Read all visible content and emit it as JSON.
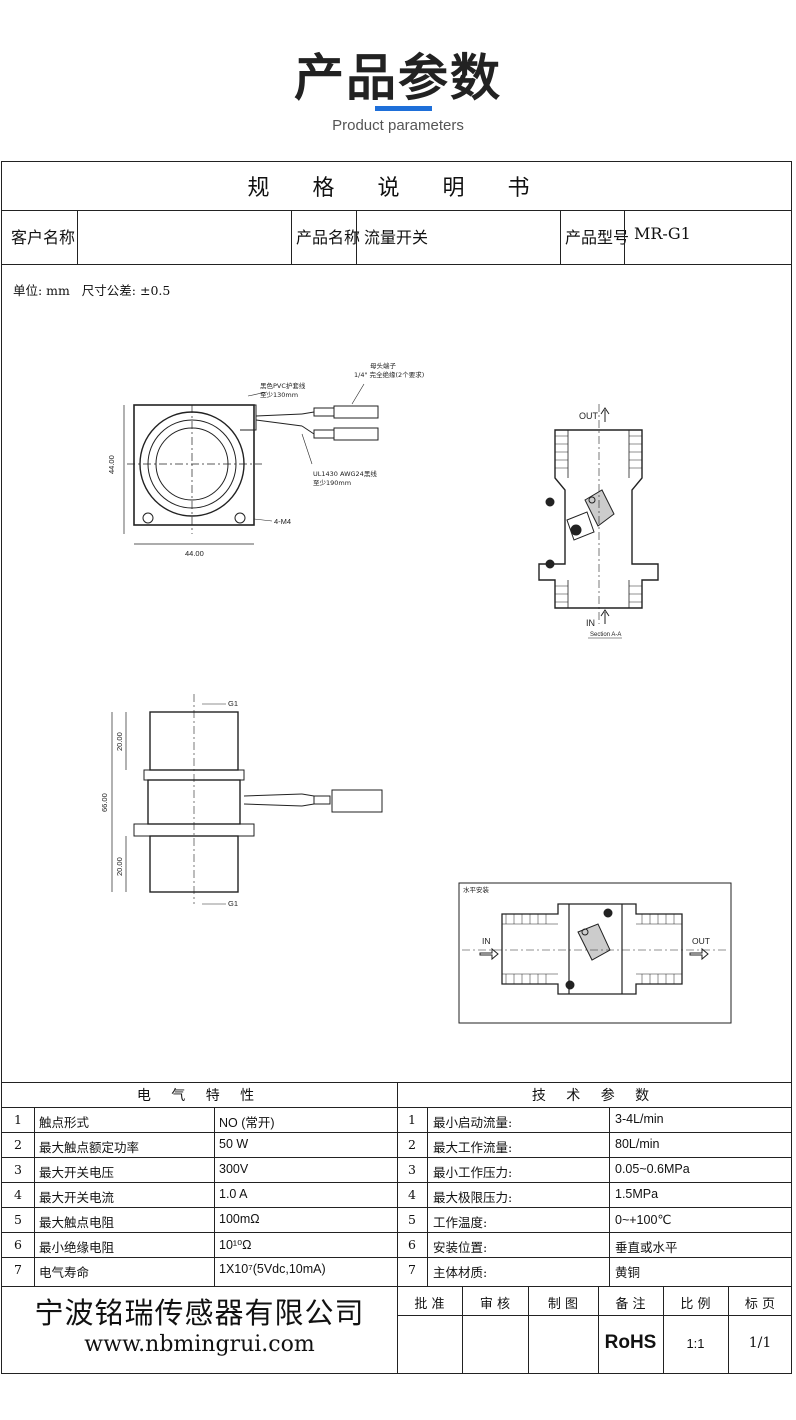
{
  "header": {
    "title": "产品参数",
    "subtitle": "Product parameters",
    "accent_color": "#1e6fd9"
  },
  "sheet": {
    "title": "规 格 说 明 书",
    "customer_label": "客户名称",
    "customer_value": "",
    "product_name_label": "产品名称",
    "product_name_value": "流量开关",
    "model_label": "产品型号",
    "model_value": "MR-G1",
    "unit_note": "单位: mm   尺寸公差: ±0.5"
  },
  "drawing": {
    "front_view": {
      "dim_height": "44.00",
      "dim_width": "44.00",
      "holes": "4-M4",
      "wire_note_1": "黑色PVC护套线",
      "wire_note_1b": "至少130mm",
      "terminal_note": "母头端子",
      "terminal_note_b": "1/4\" 完全绝缘(2个要求)",
      "wire_note_2": "UL1430 AWG24黑线",
      "wire_note_2b": "至少190mm"
    },
    "section_view": {
      "out_label": "OUT",
      "in_label": "IN",
      "section_label": "Section A-A"
    },
    "side_view": {
      "thread_top": "G1",
      "thread_bottom": "G1",
      "dim_total": "66.00",
      "dim_top": "20.00",
      "dim_bottom": "20.00"
    },
    "horizontal_view": {
      "title": "水平安装",
      "in_label": "IN",
      "out_label": "OUT"
    }
  },
  "electrical": {
    "title": "电 气 特 性",
    "rows": [
      {
        "no": "1",
        "name": "触点形式",
        "value": "NO (常开)"
      },
      {
        "no": "2",
        "name": "最大触点额定功率",
        "value": "50 W"
      },
      {
        "no": "3",
        "name": "最大开关电压",
        "value": "300V"
      },
      {
        "no": "4",
        "name": "最大开关电流",
        "value": "1.0 A"
      },
      {
        "no": "5",
        "name": "最大触点电阻",
        "value": "100mΩ"
      },
      {
        "no": "6",
        "name": "最小绝缘电阻",
        "value": "10¹⁰Ω"
      },
      {
        "no": "7",
        "name": "电气寿命",
        "value": "1X10⁷(5Vdc,10mA)"
      }
    ]
  },
  "technical": {
    "title": "技 术 参 数",
    "rows": [
      {
        "no": "1",
        "name": "最小启动流量:",
        "value": "3-4L/min"
      },
      {
        "no": "2",
        "name": "最大工作流量:",
        "value": "80L/min"
      },
      {
        "no": "3",
        "name": "最小工作压力:",
        "value": "0.05~0.6MPa"
      },
      {
        "no": "4",
        "name": "最大极限压力:",
        "value": "1.5MPa"
      },
      {
        "no": "5",
        "name": "工作温度:",
        "value": "0~+100℃"
      },
      {
        "no": "6",
        "name": "安装位置:",
        "value": "垂直或水平"
      },
      {
        "no": "7",
        "name": "主体材质:",
        "value": "黄铜"
      }
    ]
  },
  "footer": {
    "company": "宁波铭瑞传感器有限公司",
    "website": "www.nbmingrui.com",
    "approve": "批 准",
    "review": "审 核",
    "draw": "制 图",
    "remark": "备 注",
    "scale": "比 例",
    "page": "标 页",
    "remark_value": "RoHS",
    "scale_value": "1:1",
    "page_value": "1/1"
  }
}
